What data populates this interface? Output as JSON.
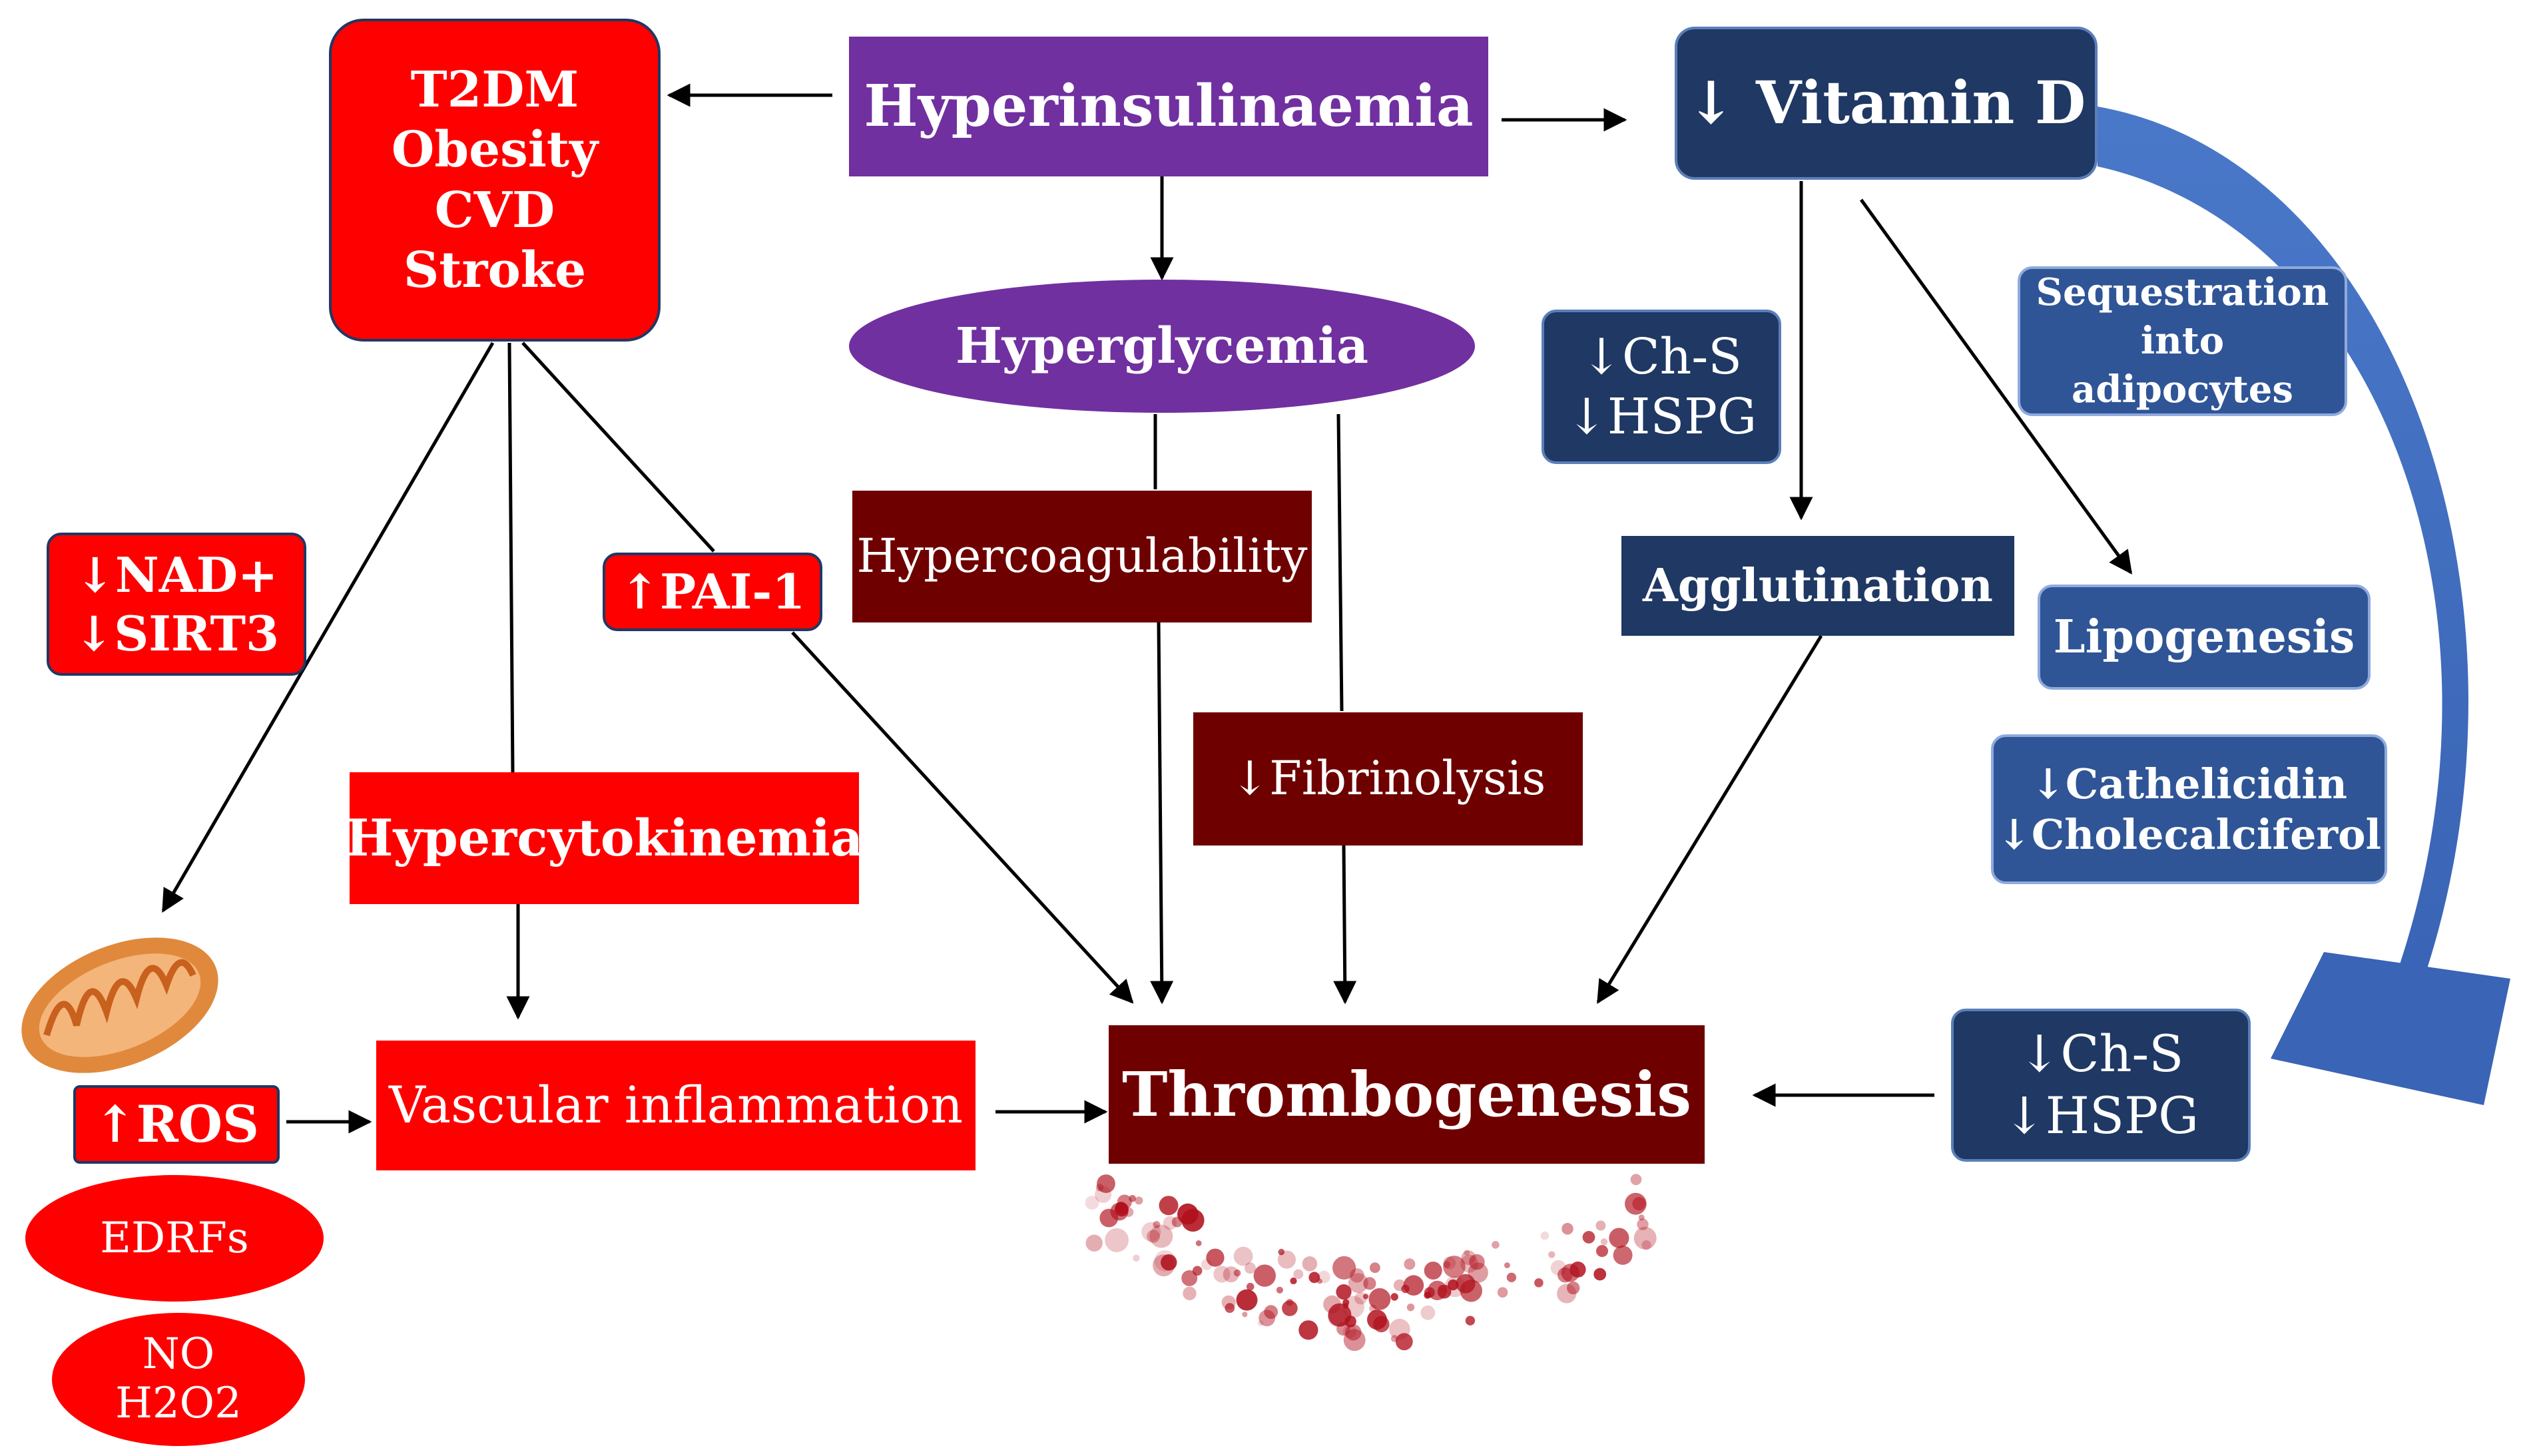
{
  "nodes": {
    "t2dm": [
      "T2DM",
      "Obesity",
      "CVD",
      "Stroke"
    ],
    "hyperinsulinaemia": "Hyperinsulinaemia",
    "vitamin_d": "↓ Vitamin D",
    "hyperglycemia": "Hyperglycemia",
    "chs_top": [
      "↓Ch-S",
      "↓HSPG"
    ],
    "sequestration": [
      "Sequestration",
      "into",
      "adipocytes"
    ],
    "nad_sirt3": [
      "↓NAD+",
      "↓SIRT3"
    ],
    "pai1": "↑PAI-1",
    "hypercoagulability": "Hypercoagulability",
    "agglutination": "Agglutination",
    "lipogenesis": "Lipogenesis",
    "fibrinolysis": "↓Fibrinolysis",
    "cathelicidin": [
      "↓Cathelicidin",
      "↓Cholecalciferol"
    ],
    "hypercytokinemia": "Hypercytokinemia",
    "thrombogenesis": "Thrombogenesis",
    "chs_bottom": [
      "↓Ch-S",
      "↓HSPG"
    ],
    "ros": "↑ROS",
    "vascular_inflammation": "Vascular inflammation",
    "edrfs": "EDRFs",
    "no_h2o2": [
      "NO",
      "H2O2"
    ]
  },
  "colors": {
    "red": "#ff0000",
    "maroon": "#6e0000",
    "purple": "#7030a0",
    "navy": "#1f3864",
    "blue": "#2f5597",
    "curved_arrow": "#4472c4",
    "mitochondria": "#e0893c",
    "blood_drop": "#b0101c"
  },
  "icons": [
    "mitochondria-icon",
    "blood-cells-icon"
  ]
}
